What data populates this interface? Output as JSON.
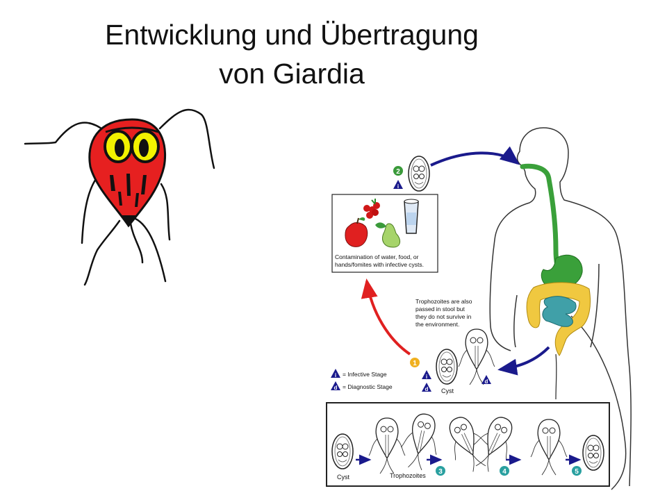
{
  "title": {
    "line1": "Entwicklung und Übertragung",
    "line2": "von Giardia"
  },
  "diagram": {
    "contamination_line1": "Contamination of water, food, or",
    "contamination_line2": "hands/fomites with infective cysts.",
    "trophozoites_note": [
      "Trophozoites are also",
      "passed in stool but",
      "they do not survive in",
      "the environment."
    ],
    "legend_infective_symbol": "i",
    "legend_infective_label": "= Infective Stage",
    "legend_diagnostic_symbol": "d",
    "legend_diagnostic_label": "= Diagnostic Stage",
    "cyst_label": "Cyst",
    "step1": "1",
    "step2": "2",
    "step3": "3",
    "step4": "4",
    "step5": "5",
    "bottom_cyst_label": "Cyst",
    "bottom_trophozoites_label": "Trophozoites"
  },
  "colors": {
    "cycle_arrow": "#1a1a8c",
    "contamination_arrow": "#e02020",
    "badge_infective": "#1a1a8c",
    "step_green": "#3a9a3a",
    "step_yellow": "#f0b020",
    "step_teal": "#2aa0a0",
    "esophagus": "#3aa03a",
    "large_intestine": "#f0c840",
    "small_intestine": "#40a0a8",
    "cartoon_body": "#e62020",
    "cartoon_eyes": "#f2f200"
  }
}
